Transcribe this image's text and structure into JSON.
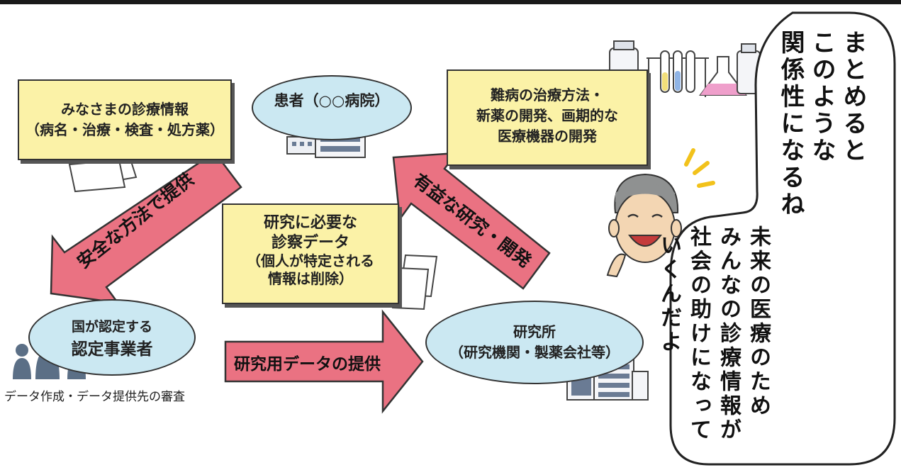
{
  "boxes": {
    "medical_info": {
      "line1": "みなさまの診療情報",
      "line2": "（病名・治療・検査・処方薬）"
    },
    "research_data": {
      "line1": "研究に必要な",
      "line2": "診察データ",
      "line3": "（個人が特定される",
      "line4": "情報は削除）"
    },
    "development": {
      "line1": "難病の治療方法・",
      "line2": "新薬の開発、画期的な",
      "line3": "医療機器の開発"
    }
  },
  "nodes": {
    "patient": "患者（○○病院）",
    "certified_line1": "国が認定する",
    "certified_line2": "認定事業者",
    "institute_line1": "研究所",
    "institute_line2": "（研究機関・製薬会社等）",
    "review_caption": "データ作成・データ提供先の審査"
  },
  "arrows": {
    "safe_method": "安全な方法で提供",
    "beneficial": "有益な研究・開発",
    "provide_data": "研究用データの提供"
  },
  "speech": {
    "columns": [
      "まとめると",
      "このような",
      "関係性になるね",
      "未来の医療のため",
      "みんなの診療情報が",
      "社会の助けになって",
      "いくんだよ"
    ]
  },
  "colors": {
    "box_fill": "#fbf2a7",
    "bubble_fill": "#cbe8f2",
    "arrow_fill": "#ea7282",
    "accent_yellow": "#f2c21b"
  }
}
